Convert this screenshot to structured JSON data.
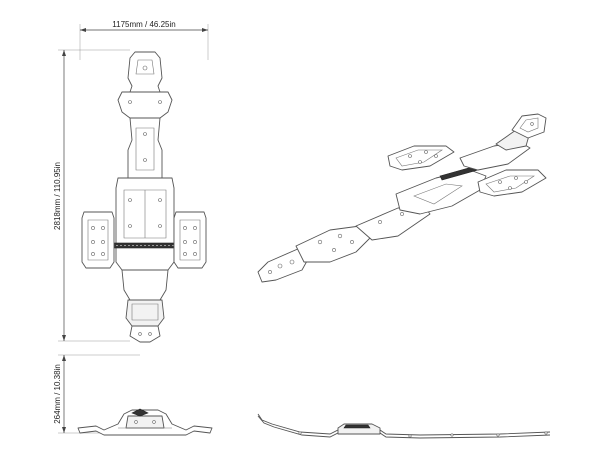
{
  "dimensions": {
    "width_label": "1175mm / 46.25in",
    "length_label": "2818mm / 110.95in",
    "height_label": "264mm / 10.38in"
  },
  "views": [
    "top-view",
    "isometric-view",
    "front-view",
    "side-view"
  ]
}
